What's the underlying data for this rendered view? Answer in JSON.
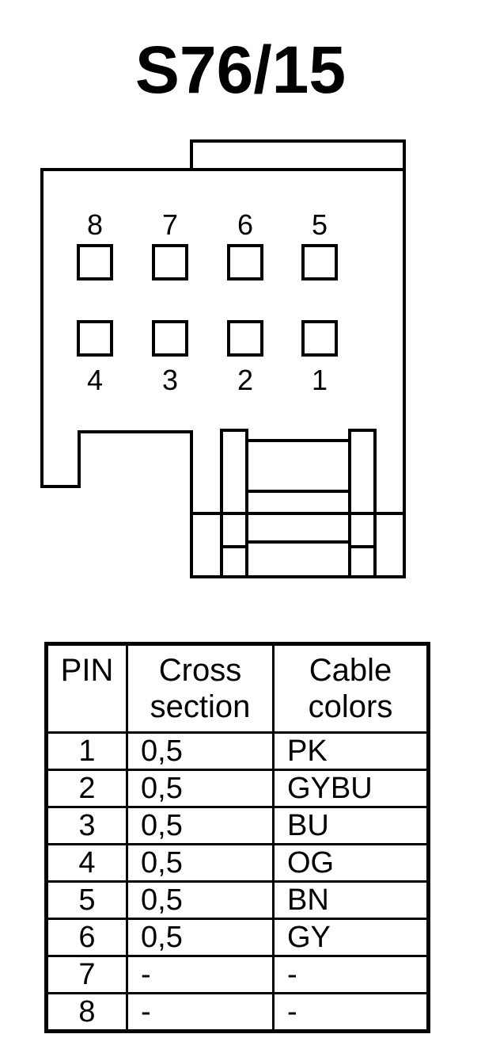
{
  "title": "S76/15",
  "connector": {
    "top_row_pins": [
      "8",
      "7",
      "6",
      "5"
    ],
    "bottom_row_pins": [
      "4",
      "3",
      "2",
      "1"
    ]
  },
  "table": {
    "headers": {
      "pin": "PIN",
      "cross_line1": "Cross",
      "cross_line2": "section",
      "color_line1": "Cable",
      "color_line2": "colors"
    },
    "rows": [
      {
        "pin": "1",
        "cross": "0,5",
        "color": "PK"
      },
      {
        "pin": "2",
        "cross": "0,5",
        "color": "GYBU"
      },
      {
        "pin": "3",
        "cross": "0,5",
        "color": "BU"
      },
      {
        "pin": "4",
        "cross": "0,5",
        "color": "OG"
      },
      {
        "pin": "5",
        "cross": "0,5",
        "color": "BN"
      },
      {
        "pin": "6",
        "cross": "0,5",
        "color": "GY"
      },
      {
        "pin": "7",
        "cross": "-",
        "color": "-"
      },
      {
        "pin": "8",
        "cross": "-",
        "color": "-"
      }
    ]
  }
}
